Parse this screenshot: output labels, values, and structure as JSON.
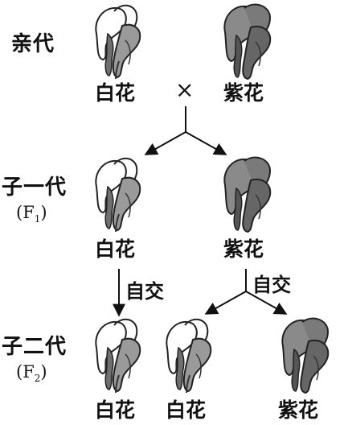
{
  "generations": {
    "parent": "亲代",
    "f1": {
      "name": "子一代",
      "label": "(F",
      "sub": "1",
      "close": ")"
    },
    "f2": {
      "name": "子二代",
      "label": "(F",
      "sub": "2",
      "close": ")"
    }
  },
  "cross_symbol": "×",
  "operation": "自交",
  "flowers": {
    "white": "白花",
    "purple": "紫花"
  },
  "colors": {
    "white_flower": "#ffffff",
    "purple_flower": "#8a8a8a",
    "outline": "#222222"
  }
}
